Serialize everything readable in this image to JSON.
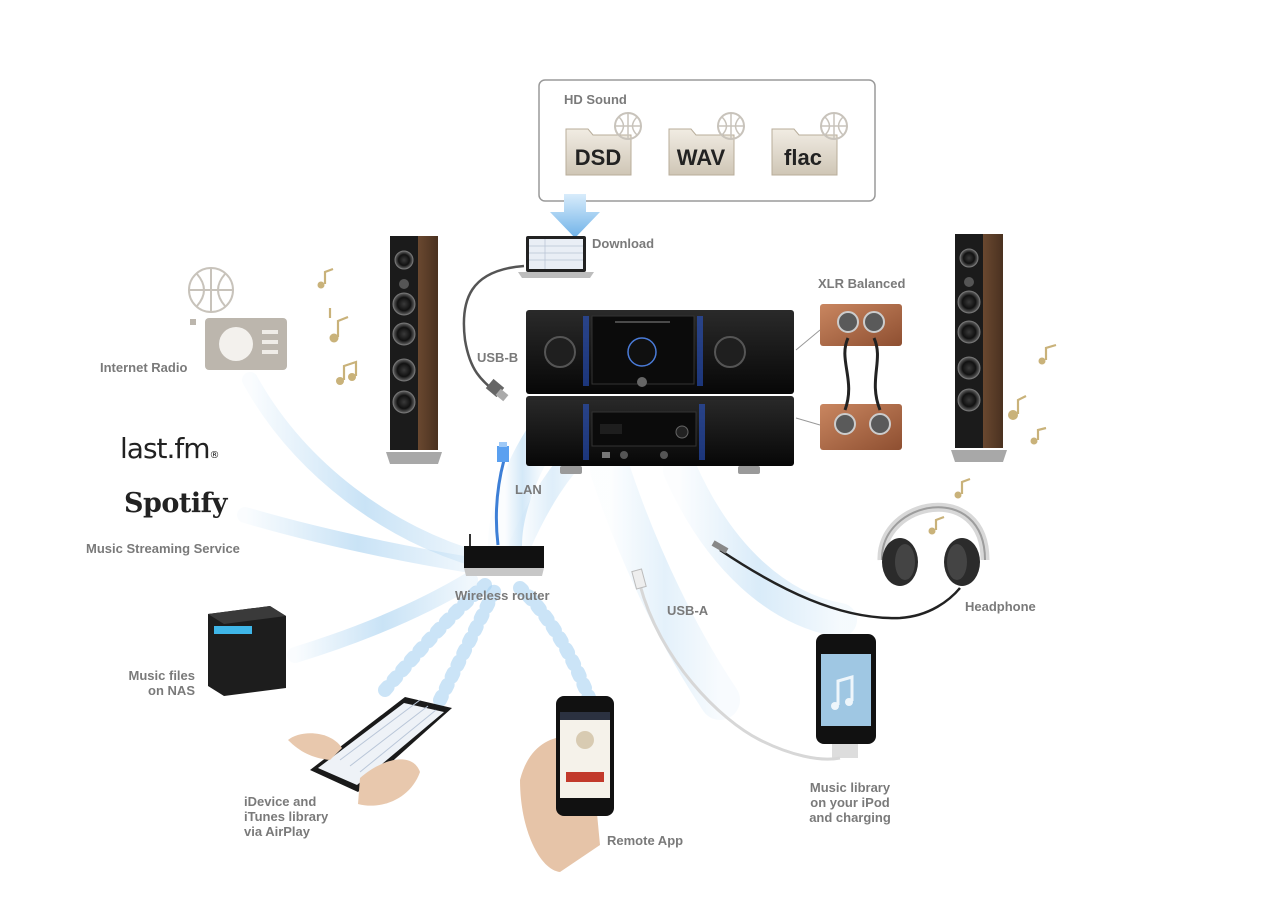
{
  "hd_sound": {
    "title": "HD Sound",
    "formats": [
      "DSD",
      "WAV",
      "flac"
    ]
  },
  "labels": {
    "download": "Download",
    "xlr": "XLR Balanced",
    "internet_radio": "Internet Radio",
    "usb_b": "USB-B",
    "lan": "LAN",
    "streaming": "Music Streaming Service",
    "router": "Wireless router",
    "usb_a": "USB-A",
    "headphone": "Headphone",
    "nas": [
      "Music files",
      "on NAS"
    ],
    "idevice": [
      "iDevice and",
      "iTunes library",
      "via AirPlay"
    ],
    "remote_app": "Remote App",
    "ipod": [
      "Music library",
      "on your iPod",
      "and charging"
    ]
  },
  "logos": {
    "lastfm": "last.fm",
    "lastfm_mark": "®",
    "spotify": "Spotify"
  },
  "colors": {
    "label": "#7a7a7a",
    "wave": "#8fc3ea",
    "amp": "#141414",
    "speaker_wood": "#6b4a32",
    "music_note": "#c9b27a",
    "copper": "#b36a45"
  },
  "icons": [
    "globe-icon",
    "radio-icon",
    "folder-icon",
    "download-arrow-icon",
    "laptop-icon",
    "music-note-icon",
    "router-icon",
    "nas-icon",
    "tablet-icon",
    "smartphone-icon",
    "ipod-icon",
    "headphone-icon",
    "xlr-connector-icon",
    "usb-plug-icon",
    "lan-plug-icon"
  ]
}
